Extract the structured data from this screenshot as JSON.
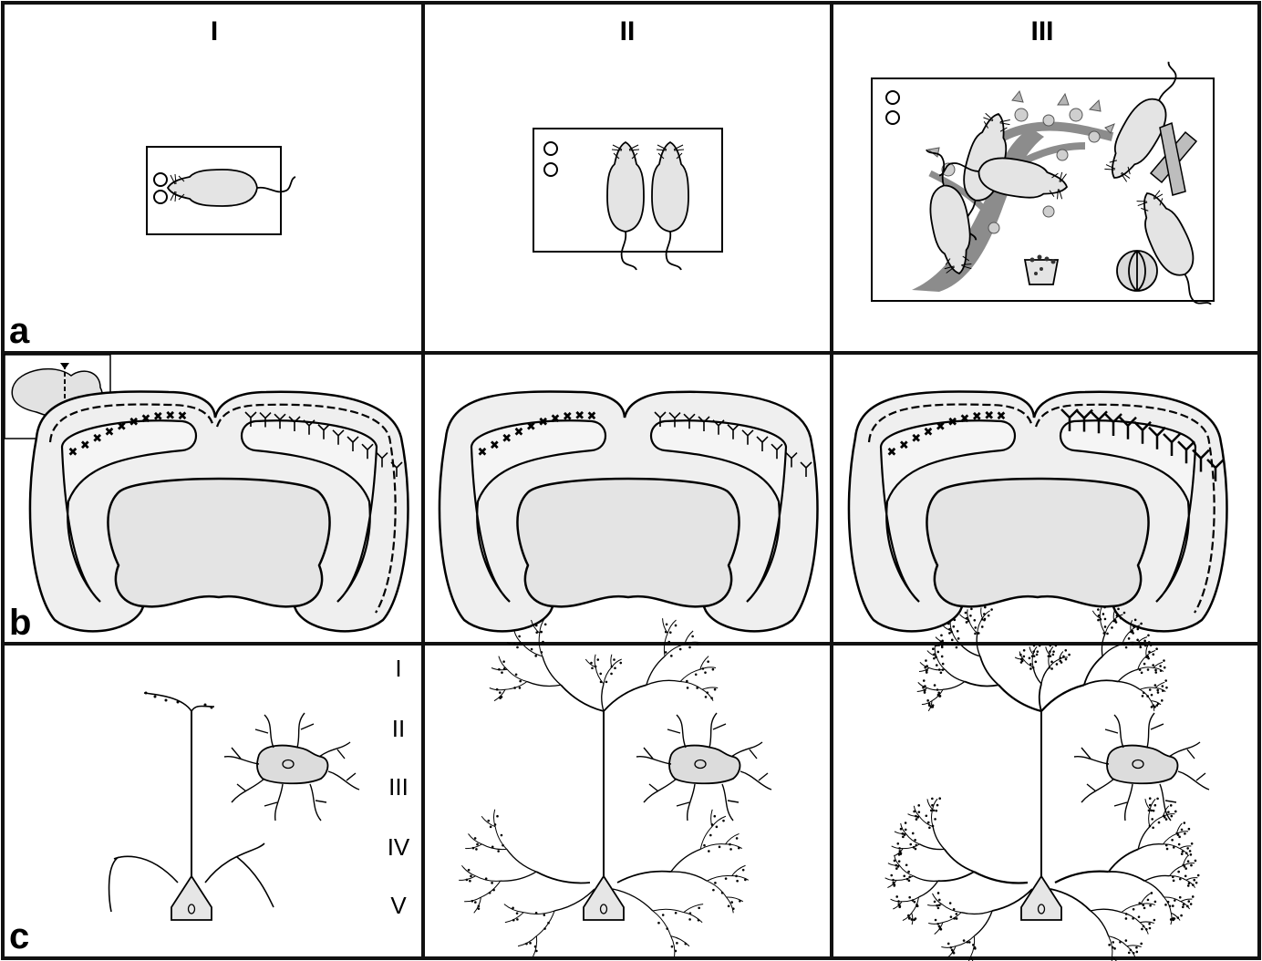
{
  "column_headers": [
    "I",
    "II",
    "III"
  ],
  "row_labels": [
    "a",
    "b",
    "c"
  ],
  "cortical_layers": [
    "I",
    "II",
    "III",
    "IV",
    "V"
  ],
  "colors": {
    "frame": "#111111",
    "fill_light": "#ececec",
    "fill_dark": "#cfcfcf",
    "branch_gray": "#8a8a8a"
  },
  "icons": [
    "rat-icon",
    "water-bottle-icon",
    "tree-branch-icon",
    "food-cup-icon",
    "ball-icon",
    "tunnel-icon",
    "brain-section-icon",
    "pyramidal-neuron-icon",
    "stellate-neuron-icon"
  ]
}
